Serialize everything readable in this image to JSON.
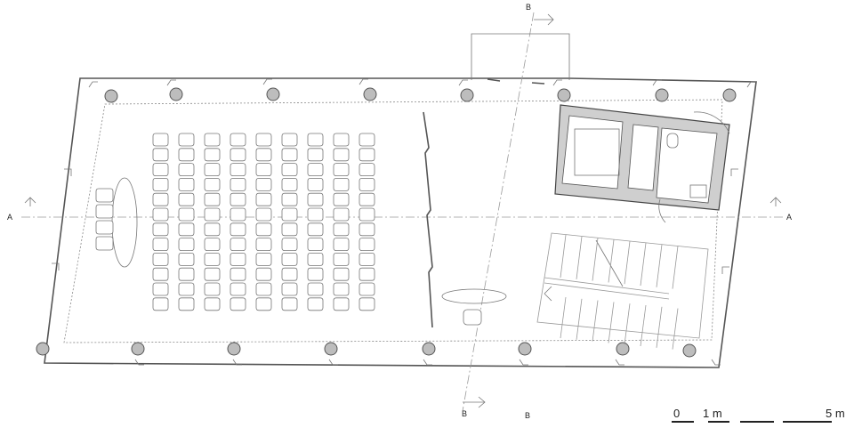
{
  "plan": {
    "section_a_label": "A",
    "section_b_label": "B",
    "scale_bar": {
      "zero": "0",
      "mid": "1 m",
      "end": "5 m"
    }
  },
  "seating": {
    "rows": 12,
    "columns": 9
  },
  "lectern_seats": 4
}
